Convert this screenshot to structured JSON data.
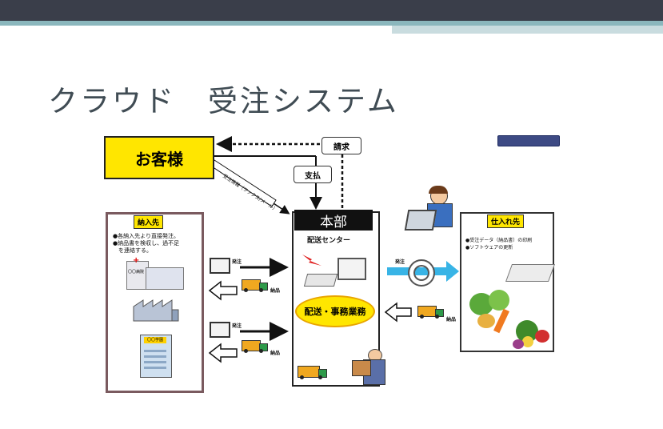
{
  "slide": {
    "title": "クラウド　受注システム"
  },
  "diagram": {
    "customer": "お客様",
    "headquarters": "本部",
    "distribution_center": "配送センター",
    "operations": "配送・事務業務",
    "request_label": "請求",
    "payment_label": "支払",
    "order_channel_label": "受注情報（ファクス/メール）",
    "delivery_destinations": {
      "label": "納入先",
      "notes": [
        "●各納入先より直接発注。",
        "●納品書を検収し、過不足",
        "　を連絡する。"
      ]
    },
    "suppliers": {
      "label": "仕入れ先",
      "notes": [
        "●受注データ（納品書）の印刷",
        "●ソフトウェアの更新"
      ]
    },
    "flows": {
      "order_top": "発注",
      "delivery_top": "納品",
      "order_bottom": "発注",
      "delivery_bottom": "納品",
      "order_right": "発注",
      "delivery_right": "納品"
    },
    "building_signs": [
      "〇〇病院",
      "〇〇学園"
    ]
  },
  "colors": {
    "customer_fill": "#ffe600",
    "header_bar": "#3a3e4a",
    "accent_teal": "#8bb7bd",
    "arrow_cyan": "#38b4e6"
  },
  "icons": [
    "computer-icon",
    "truck-icon",
    "hospital-icon",
    "factory-icon",
    "school-icon",
    "printer-icon",
    "operator-icon",
    "vegetables-icon",
    "worker-icon",
    "lightning-icon"
  ]
}
